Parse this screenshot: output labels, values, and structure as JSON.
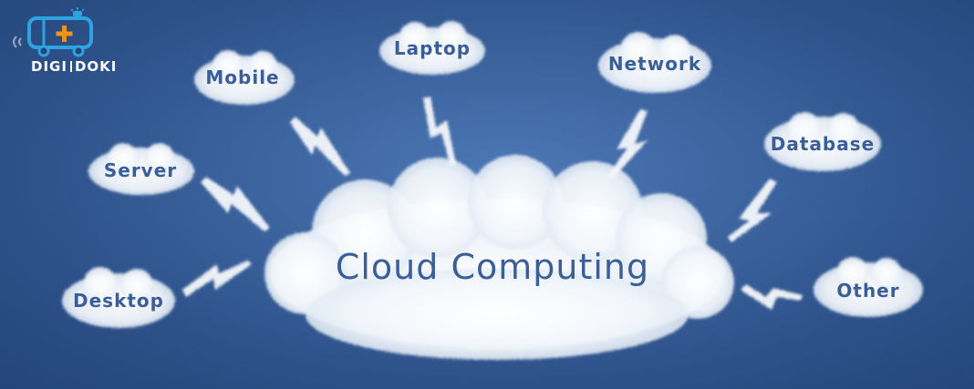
{
  "logo": {
    "left": "DIGI",
    "right": "DOKI"
  },
  "diagram": {
    "center": "Cloud Computing",
    "nodes": {
      "laptop": "Laptop",
      "mobile": "Mobile",
      "network": "Network",
      "server": "Server",
      "database": "Database",
      "desktop": "Desktop",
      "other": "Other"
    }
  },
  "colors": {
    "background": "#3c649f",
    "cloud": "#ffffff",
    "label": "#3a5f98",
    "logo_blue": "#2ea3e0",
    "logo_orange": "#f0921c"
  }
}
